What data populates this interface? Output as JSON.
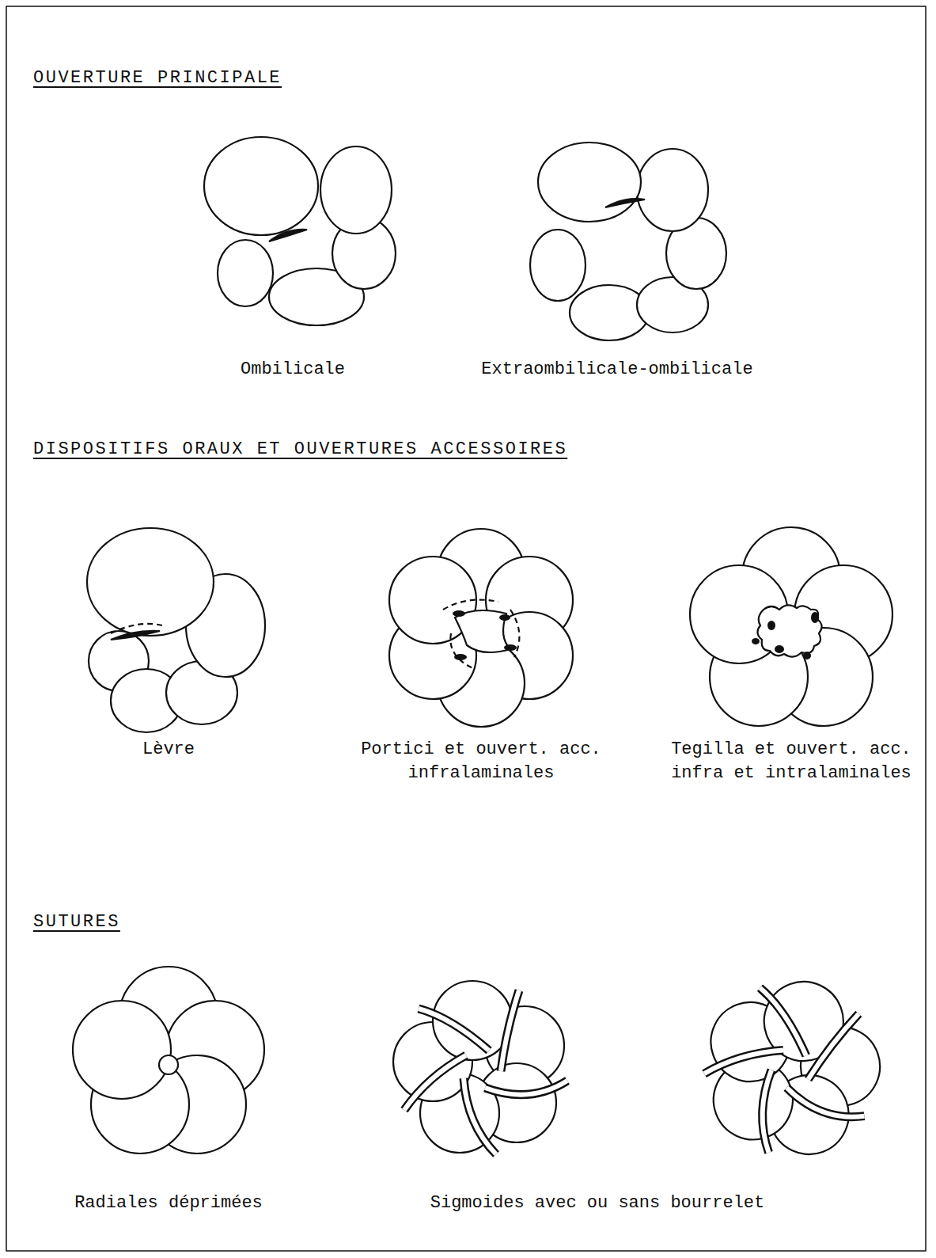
{
  "diagram": {
    "labels": [
      "OUVERTURE PRINCIPALE",
      "Ombilicale",
      "Extraombilicale-ombilicale",
      "DISPOSITIFS ORAUX ET OUVERTURES ACCESSOIRES",
      "Lèvre",
      "Portici et ouvert. acc. infralaminales",
      "Tegilla et ouvert. acc. infra et intralaminales",
      "SUTURES",
      "Radiales déprimées",
      "Sigmoides avec ou sans bourrelet"
    ]
  }
}
